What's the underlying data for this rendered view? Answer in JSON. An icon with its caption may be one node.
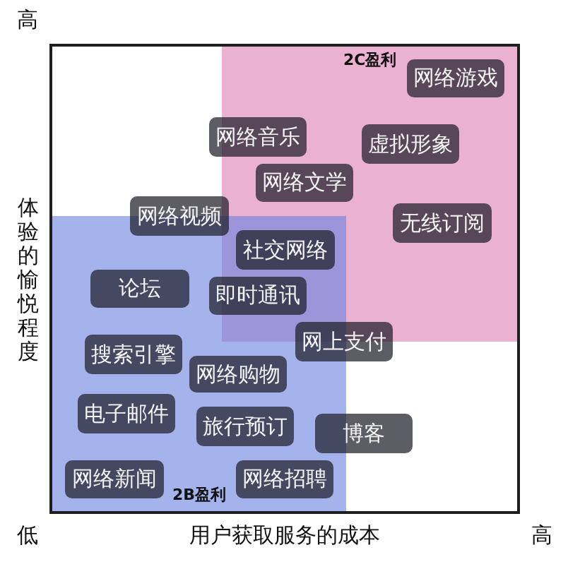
{
  "diagram": {
    "nodes": [
      {
        "text": [
          "2C盈利"
        ]
      },
      {
        "text": [
          "网络游戏"
        ],
        "in": 0
      },
      {
        "text": [
          "网络音乐"
        ]
      },
      {
        "text": [
          "虚拟形象"
        ],
        "in": 0
      },
      {
        "text": [
          "网络文学"
        ],
        "in": 0
      },
      {
        "text": [
          "网络视频"
        ]
      },
      {
        "text": [
          "无线订阅"
        ],
        "in": 0
      },
      {
        "text": [
          "2B盈利"
        ]
      },
      {
        "text": [
          "社交网络"
        ]
      },
      {
        "text": [
          "论坛"
        ],
        "in": 7
      },
      {
        "text": [
          "即时通讯"
        ],
        "in": 7
      },
      {
        "text": [
          "网上支付"
        ]
      },
      {
        "text": [
          "搜索引擎"
        ],
        "in": 7
      },
      {
        "text": [
          "网络购物"
        ],
        "in": 7
      },
      {
        "text": [
          "电子邮件"
        ],
        "in": 7
      },
      {
        "text": [
          "旅行预订"
        ],
        "in": 7
      },
      {
        "text": [
          "博客"
        ]
      },
      {
        "text": [
          "网络新闻"
        ],
        "in": 7
      },
      {
        "text": [
          "网络招聘"
        ],
        "in": 7
      }
    ],
    "labels": [
      "高",
      "体验的愉悦程度",
      "低",
      "用户获取服务的成本",
      "高"
    ]
  }
}
